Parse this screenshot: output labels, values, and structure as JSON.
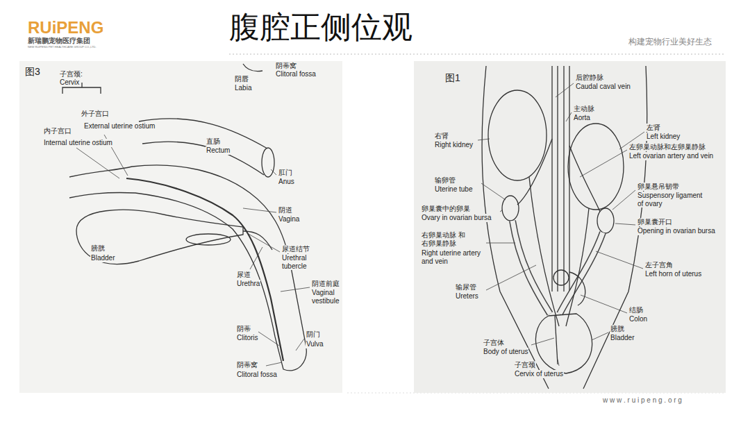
{
  "diagram": {
    "title": "腹腔正侧位观",
    "labels": [
      "RUiPENG",
      "新瑞鹏宠物医疗集团",
      "NEW RUIPENG PET HEALTHCARE GROUP CO.,LTD.",
      "构建宠物行业美好生态",
      "图3",
      "子宫颈:",
      "Cervix",
      "外子宫口",
      "External uterine ostium",
      "内子宫口",
      "Internal uterine ostium",
      "阴唇",
      "Labia",
      "阴蒂窝",
      "Clitoral fossa",
      "直肠",
      "Rectum",
      "肛门",
      "Anus",
      "阴道",
      "Vagina",
      "膀胱",
      "Bladder",
      "尿道结节",
      "Urethral tubercle",
      "尿道",
      "Urethra",
      "阴道前庭",
      "Vaginal vestibule",
      "阴蒂",
      "Clitoris",
      "阴门",
      "Vulva",
      "阴蒂窝",
      "Clitoral fossa",
      "图1",
      "后腔静脉",
      "Caudal caval vein",
      "主动脉",
      "Aorta",
      "左肾",
      "Left kidney",
      "左卵巢动脉和左卵巢静脉",
      "Left ovarian artery and vein",
      "右肾",
      "Right kidney",
      "输卵管",
      "Uterine tube",
      "卵巢悬吊韧带",
      "Suspensory ligament of ovary",
      "卵巢囊中的卵巢",
      "Ovary in ovarian bursa",
      "卵巢囊开口",
      "Opening in ovarian bursa",
      "右卵巢动脉 和右卵巢静脉",
      "Right uterine artery and vein",
      "左子宫角",
      "Left horn of uterus",
      "输尿管",
      "Ureters",
      "结肠",
      "Colon",
      "膀胱",
      "Bladder",
      "子宫体",
      "Body of uterus",
      "子宫颈",
      "Cervix of uterus",
      "w w w . r u i p e n g . o r g"
    ]
  }
}
